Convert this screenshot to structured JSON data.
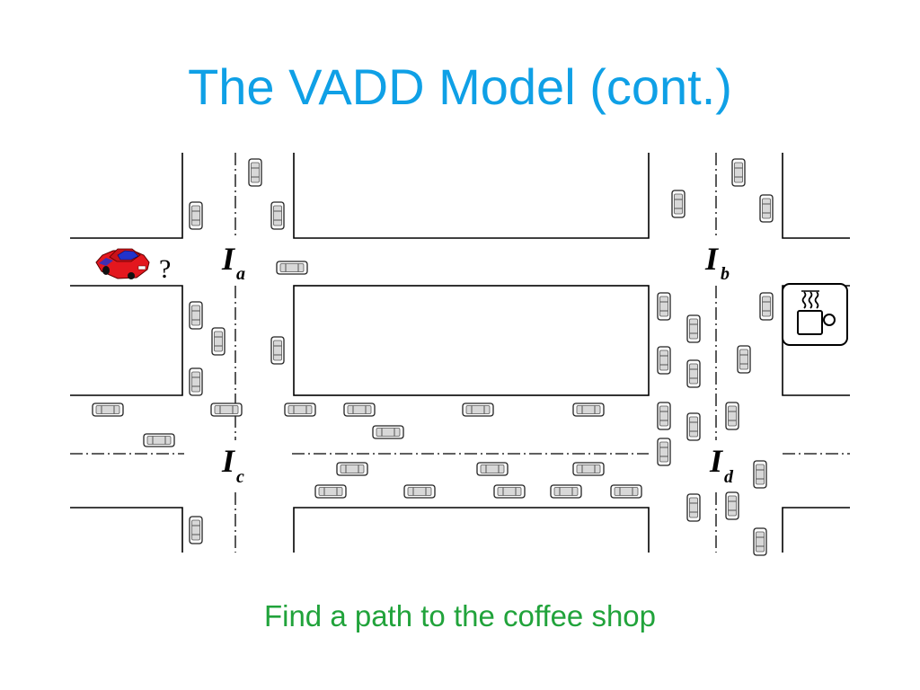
{
  "slide": {
    "title": "The VADD Model (cont.)",
    "caption": "Find a path to the coffee shop"
  },
  "colors": {
    "title": "#0FA0E6",
    "caption": "#21A33B",
    "road": "#000000",
    "car_body": "#E3171E",
    "car_window": "#2233CC"
  },
  "diagram": {
    "intersections": [
      {
        "main": "I",
        "sub": "a"
      },
      {
        "main": "I",
        "sub": "b"
      },
      {
        "main": "I",
        "sub": "c"
      },
      {
        "main": "I",
        "sub": "d"
      }
    ],
    "question_mark": "?",
    "icons": {
      "car": "red-car-icon",
      "coffee_shop": "coffee-shop-icon",
      "vehicle": "vehicle-icon"
    }
  }
}
